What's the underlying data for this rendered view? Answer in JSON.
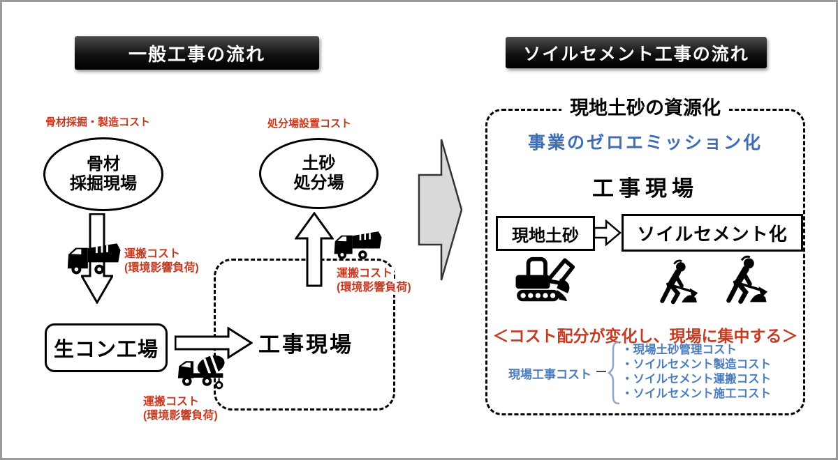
{
  "left_panel": {
    "title": "一般工事の流れ",
    "aggregate_cost_label": "骨材採掘・製造コスト",
    "aggregate_site": {
      "line1": "骨材",
      "line2": "採掘現場"
    },
    "disposal_cost_label": "処分場設置コスト",
    "disposal_site": {
      "line1": "土砂",
      "line2": "処分場"
    },
    "transport_cost": {
      "line1": "運搬コスト",
      "line2": "(環境影響負荷)"
    },
    "concrete_plant_label": "生コン工場",
    "construction_site_label": "工事現場"
  },
  "right_panel": {
    "title": "ソイルセメント工事の流れ",
    "header": "現地土砂の資源化",
    "subheader": "事業のゼロエミッション化",
    "site_label": "工事現場",
    "onsite_soil_label": "現地土砂",
    "soil_cement_label": "ソイルセメント化",
    "cost_change_header": "＜コスト配分が変化し、現場に集中する＞",
    "onsite_cost_label": "現場工事コスト",
    "cost_items": [
      "・現場土砂管理コスト",
      "・ソイルセメント製造コスト",
      "・ソイルセメント運搬コスト",
      "・ソイルセメント施工コスト"
    ]
  },
  "icons": {
    "dump_truck": "dump-truck-icon",
    "mixer_truck": "concrete-mixer-truck-icon",
    "excavator": "excavator-icon",
    "worker": "digging-worker-icon",
    "down_arrow": "down-arrow",
    "up_arrow": "up-arrow",
    "right_arrow": "right-arrow",
    "transition_arrow": "large-gray-transition-arrow"
  },
  "colors": {
    "title_bg": "#000000",
    "title_text": "#ffffff",
    "cost_red": "#c23b22",
    "accent_blue": "#3d6db5",
    "list_blue": "#4b7dbd",
    "arrow_fill_gray": "#d9d9d9",
    "frame_gray": "#9a9a9a"
  }
}
